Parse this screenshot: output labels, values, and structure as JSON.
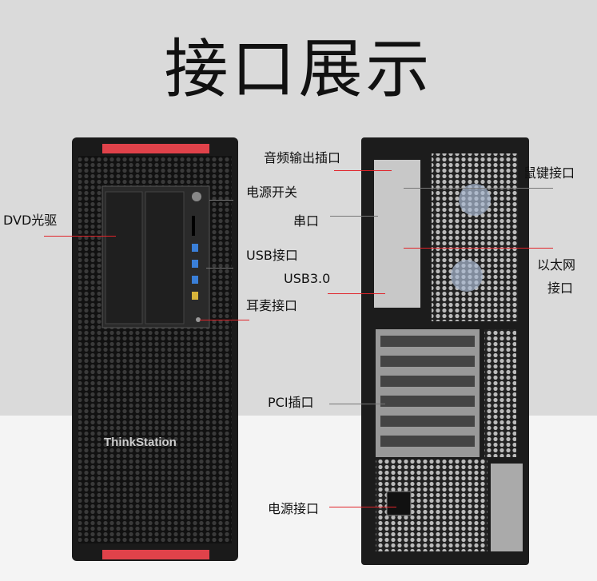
{
  "title": "接口展示",
  "brand": "ThinkStation",
  "labels": {
    "audio": "音频输出插口",
    "power_switch": "电源开关",
    "dvd": "DVD光驱",
    "serial": "串口",
    "usb": "USB接口",
    "usb3": "USB3.0",
    "headset": "耳麦接口",
    "mouse_kb": "鼠键接口",
    "ethernet_1": "以太网",
    "ethernet_2": "接口",
    "pci": "PCI插口",
    "power_port": "电源接口"
  },
  "colors": {
    "accent": "#e0242a",
    "leader": "#777777"
  }
}
